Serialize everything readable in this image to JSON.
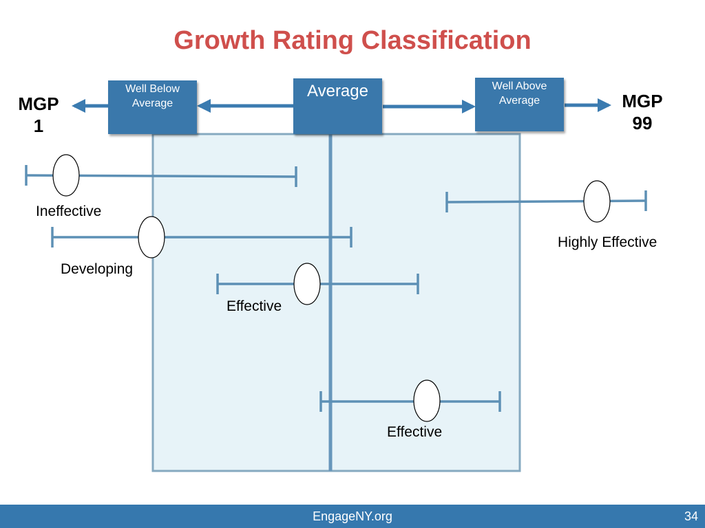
{
  "title": "Growth Rating Classification",
  "colors": {
    "title": "#cf4f4c",
    "box": "#3a78ab",
    "arrow": "#3b7bb0",
    "region_fill": "#e7f3f8",
    "region_border": "#86a9c0",
    "line": "#5d90b5",
    "footer": "#3678ae"
  },
  "categories": {
    "well_below": "Well Below Average",
    "average": "Average",
    "well_above": "Well Above Average"
  },
  "endpoints": {
    "left_top": "MGP",
    "left_bottom": "1",
    "right_top": "MGP",
    "right_bottom": "99"
  },
  "ratings": [
    {
      "label": "Ineffective"
    },
    {
      "label": "Highly Effective"
    },
    {
      "label": "Developing"
    },
    {
      "label": "Effective"
    },
    {
      "label": "Effective"
    }
  ],
  "footer": {
    "site": "EngageNY.org",
    "page": "34"
  }
}
